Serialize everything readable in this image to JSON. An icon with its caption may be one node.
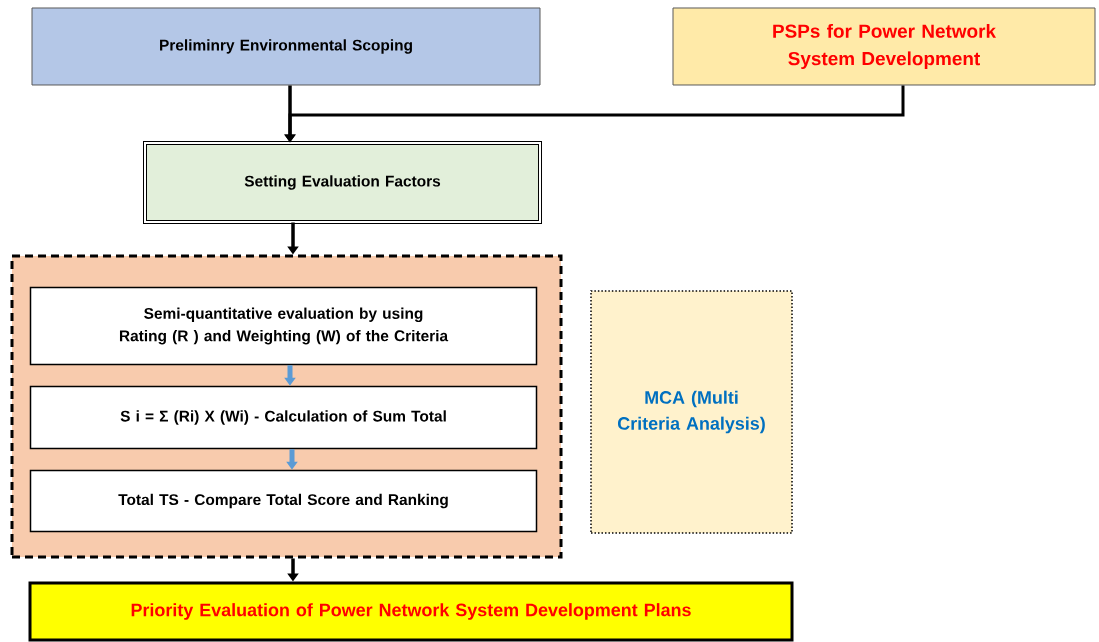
{
  "diagram": {
    "nodes": [
      {
        "text": [
          "Preliminry Environmental Scoping"
        ]
      },
      {
        "text": [
          "PSPs for Power Network System Development"
        ]
      },
      {
        "text": [
          "Setting Evaluation Factors"
        ]
      },
      {
        "text": [],
        "shape": "box"
      },
      {
        "text": [
          "Semi-quantitative evaluation by using Rating (R ) and Weighting (W) of the Criteria"
        ],
        "in": 3
      },
      {
        "text": [
          "S i = Σ (Ri) X (Wi) - Calculation of Sum Total"
        ],
        "in": 3
      },
      {
        "text": [
          "Total TS - Compare Total Score and Ranking"
        ],
        "in": 3
      },
      {
        "text": [
          "MCA (Multi Criteria Analysis)"
        ]
      },
      {
        "text": [
          "Priority Evaluation of Power Network System Development Plans"
        ]
      }
    ],
    "edges": [
      {
        "from": 0,
        "to": 2,
        "arrow": "to"
      },
      {
        "from": 1,
        "to": 2,
        "arrow": "to"
      },
      {
        "from": 2,
        "to": 3,
        "arrow": "to"
      },
      {
        "from": 4,
        "to": 5,
        "arrow": "to",
        "color": "#5b9bd5"
      },
      {
        "from": 5,
        "to": 6,
        "arrow": "to",
        "color": "#5b9bd5"
      },
      {
        "from": 3,
        "to": 8,
        "arrow": "to"
      }
    ]
  }
}
